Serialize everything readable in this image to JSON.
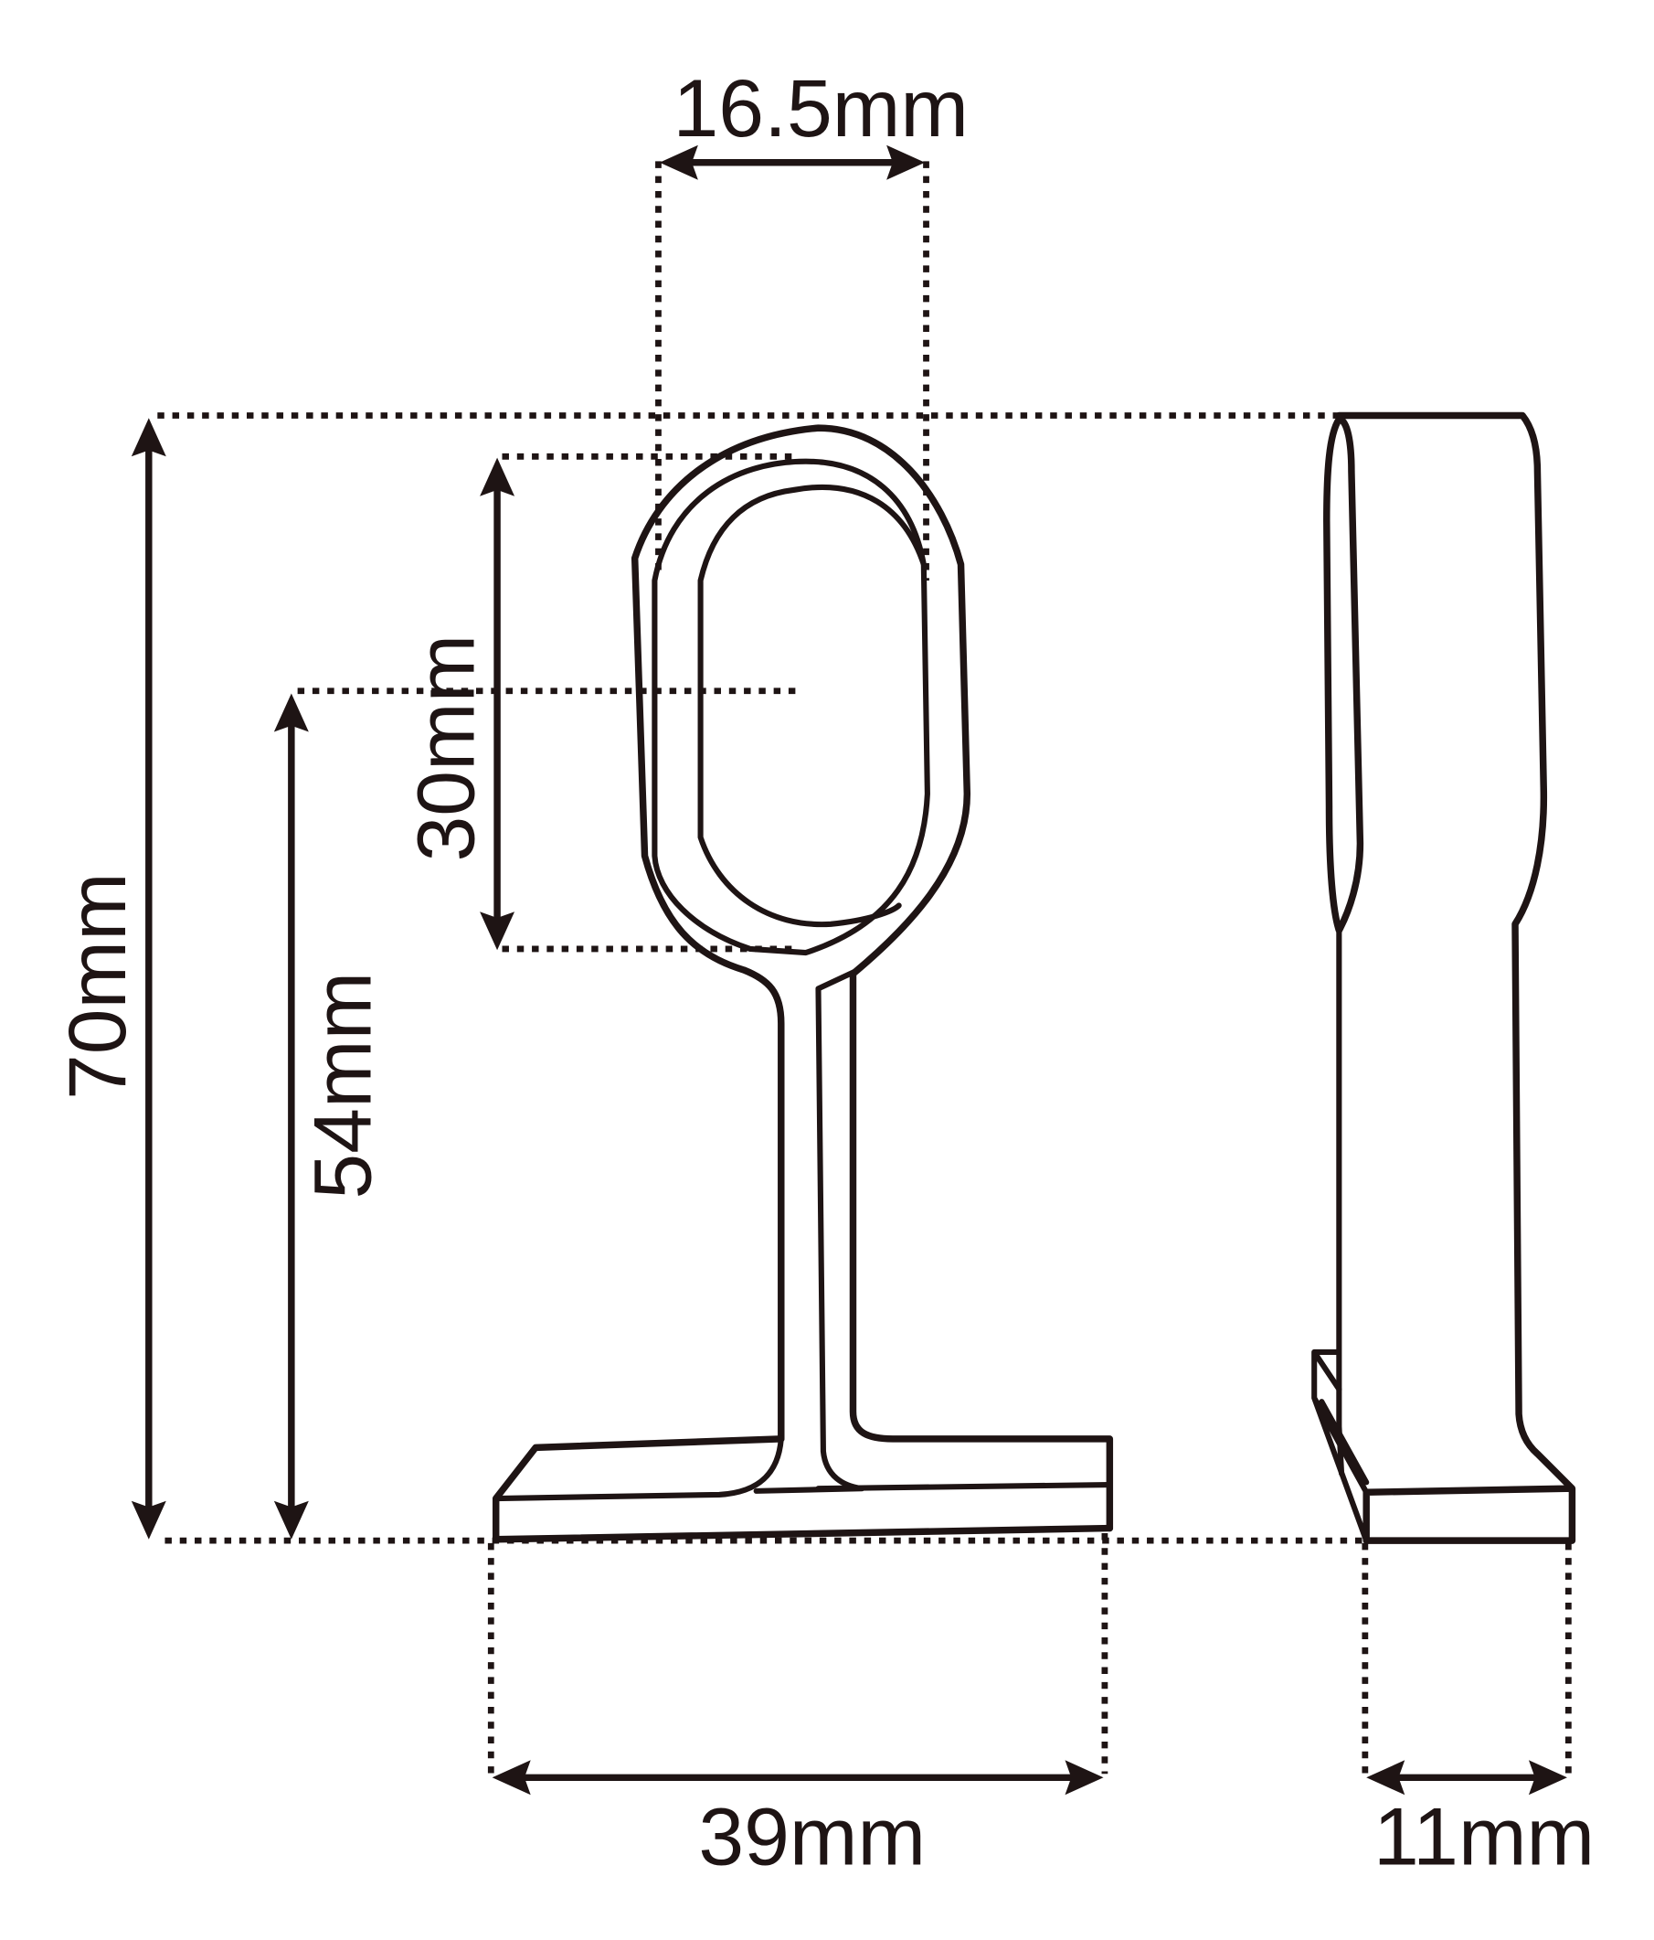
{
  "diagram": {
    "subject": "oval wardrobe rail end bracket",
    "views": [
      "front-view",
      "side-view"
    ],
    "colors": {
      "line": "#1e1414",
      "background": "#ffffff"
    },
    "dimensions": {
      "overall_height": "70mm",
      "center_height": "54mm",
      "oval_height": "30mm",
      "oval_width": "16.5mm",
      "base_width": "39mm",
      "base_depth": "11mm"
    }
  }
}
